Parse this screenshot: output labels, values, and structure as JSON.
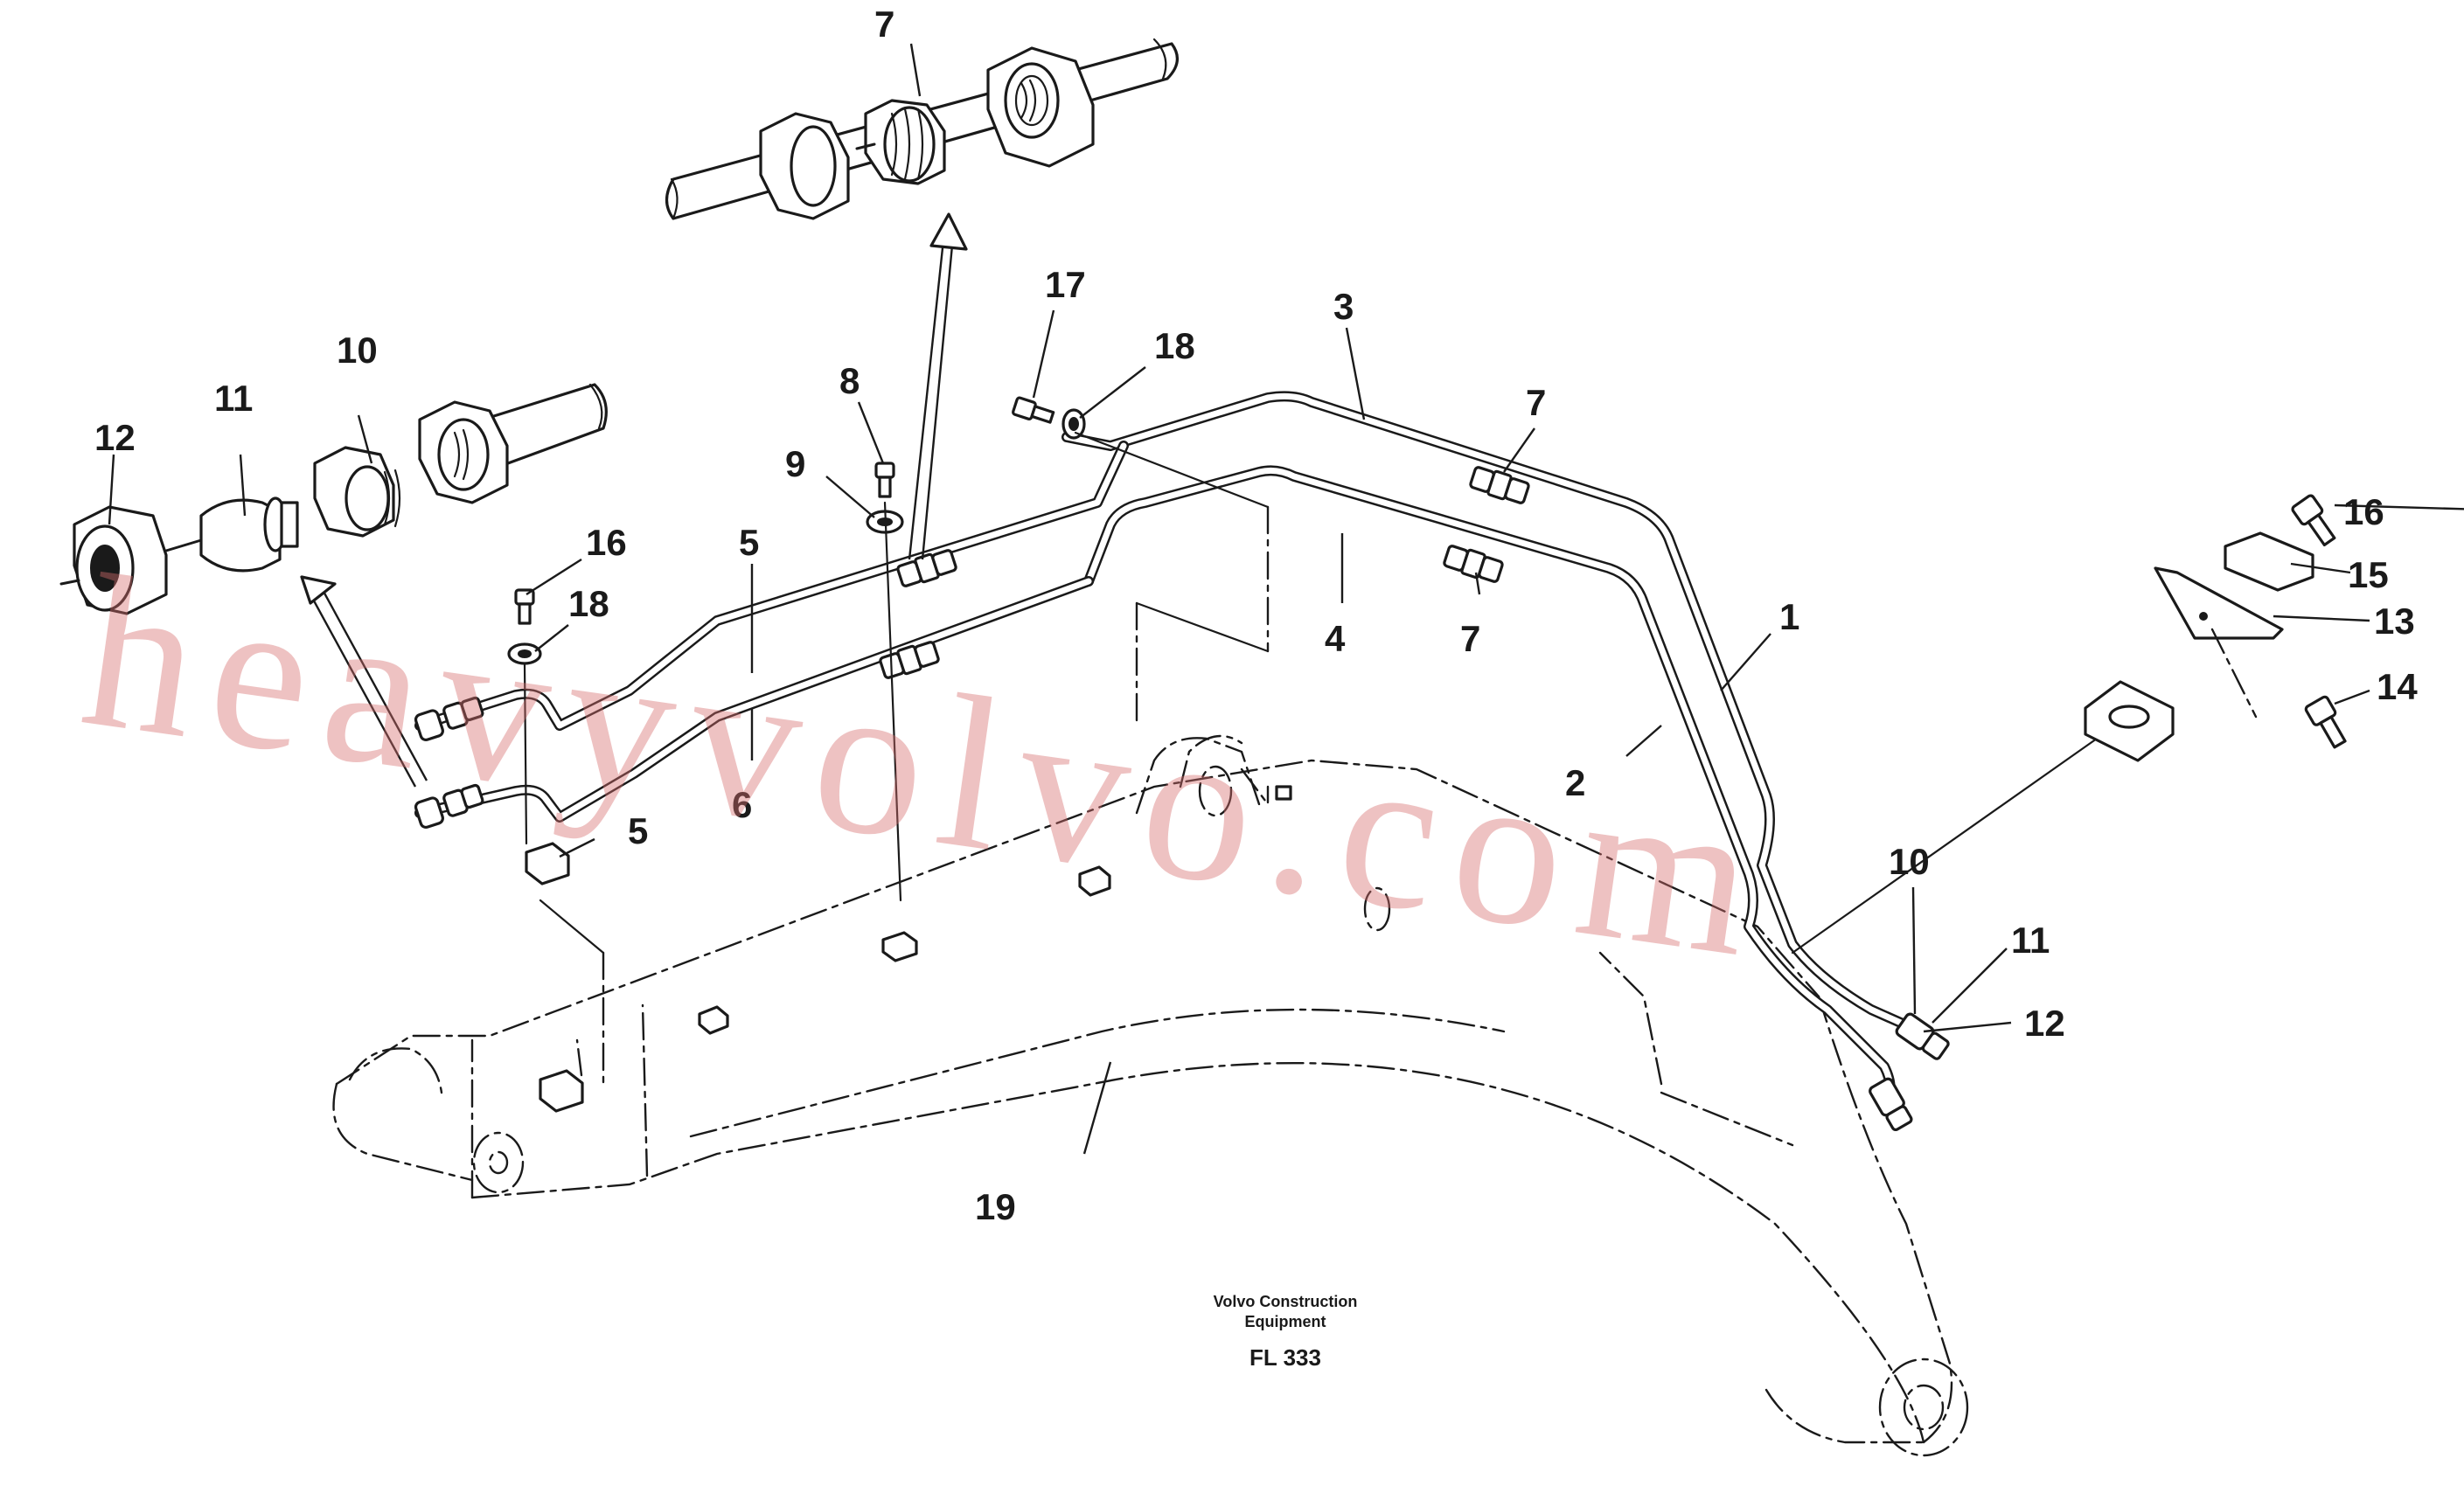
{
  "watermark": "heavyvolvo.com",
  "caption": {
    "company_line1": "Volvo Construction",
    "company_line2": "Equipment",
    "code": "FL 333"
  },
  "callouts": {
    "c7_top": "7",
    "c10_left": "10",
    "c11_left": "11",
    "c12_left": "12",
    "c17": "17",
    "c18_top": "18",
    "c3": "3",
    "c8": "8",
    "c9": "9",
    "c16_left": "16",
    "c5_upper": "5",
    "c18_mid": "18",
    "c7_mid": "7",
    "c4": "4",
    "c7_lower": "7",
    "c1": "1",
    "c2": "2",
    "c6": "6",
    "c5_lower": "5",
    "c16_right": "16",
    "c15": "15",
    "c13": "13",
    "c14": "14",
    "c10_right": "10",
    "c11_right": "11",
    "c12_right": "12",
    "c19": "19"
  }
}
